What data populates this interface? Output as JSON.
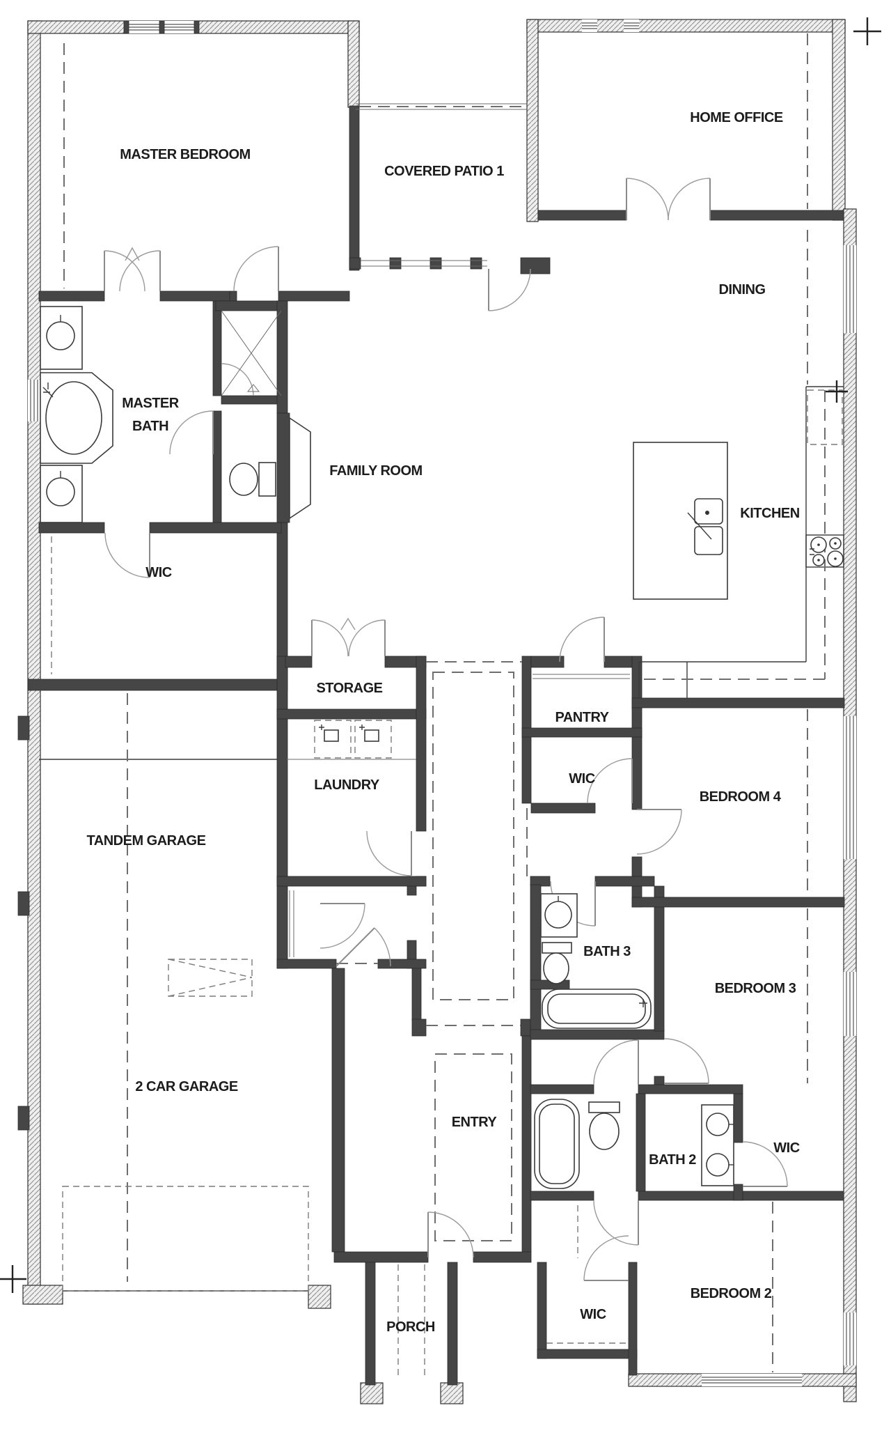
{
  "drawing": {
    "type": "residential floor plan",
    "colors": {
      "background": "#ffffff",
      "walls": "#464646",
      "exterior_hatch": "#8a8a8a",
      "ink": "#1c1c1c"
    }
  },
  "symbols": {
    "survey_cross": "+"
  },
  "rooms": {
    "master_bedroom": "MASTER BEDROOM",
    "covered_patio": "COVERED PATIO 1",
    "home_office": "HOME OFFICE",
    "dining": "DINING",
    "master_bath_line1": "MASTER",
    "master_bath_line2": "BATH",
    "family_room": "FAMILY ROOM",
    "kitchen": "KITCHEN",
    "wic_master": "WIC",
    "storage": "STORAGE",
    "pantry": "PANTRY",
    "wic_bedroom4": "WIC",
    "bedroom4": "BEDROOM 4",
    "laundry": "LAUNDRY",
    "tandem_garage": "TANDEM GARAGE",
    "bath3": "BATH 3",
    "bedroom3": "BEDROOM 3",
    "two_car_garage": "2 CAR GARAGE",
    "entry": "ENTRY",
    "bath2": "BATH 2",
    "wic_bath2": "WIC",
    "bedroom2": "BEDROOM 2",
    "wic_bedroom2": "WIC",
    "porch": "PORCH"
  }
}
